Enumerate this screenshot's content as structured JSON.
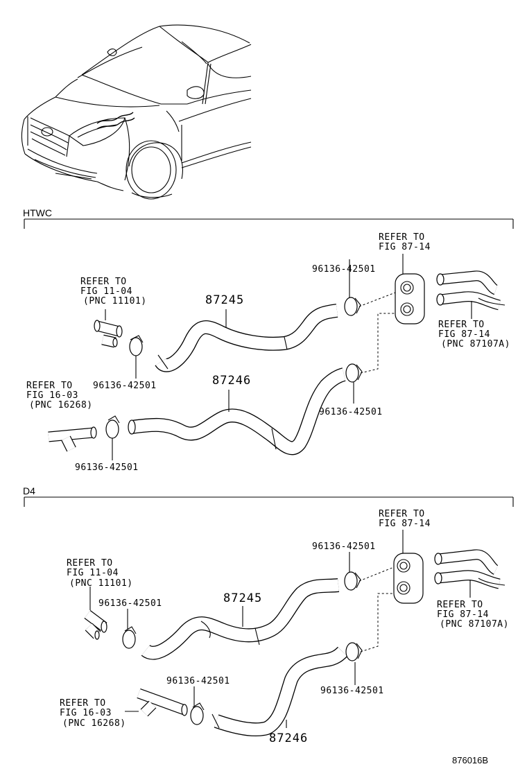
{
  "sections": [
    {
      "name": "HTWC",
      "labels": {
        "hose_upper": "87245",
        "hose_lower": "87246",
        "clamp_a": "96136-42501",
        "clamp_b": "96136-42501",
        "clamp_c": "96136-42501",
        "clamp_d": "96136-42501",
        "ref_11_04": [
          "REFER TO",
          "FIG 11-04",
          "(PNC 11101)"
        ],
        "ref_16_03": [
          "REFER TO",
          "FIG 16-03",
          "(PNC 16268)"
        ],
        "ref_87_14_top": [
          "REFER TO",
          "FIG 87-14"
        ],
        "ref_87_14_side": [
          "REFER TO",
          "FIG 87-14",
          "(PNC 87107A)"
        ]
      }
    },
    {
      "name": "D4",
      "labels": {
        "hose_upper": "87245",
        "hose_lower": "87246",
        "clamp_a": "96136-42501",
        "clamp_b": "96136-42501",
        "clamp_c": "96136-42501",
        "clamp_d": "96136-42501",
        "ref_11_04": [
          "REFER TO",
          "FIG 11-04",
          "(PNC 11101)"
        ],
        "ref_16_03": [
          "REFER TO",
          "FIG 16-03",
          "(PNC 16268)"
        ],
        "ref_87_14_top": [
          "REFER TO",
          "FIG 87-14"
        ],
        "ref_87_14_side": [
          "REFER TO",
          "FIG 87-14",
          "(PNC 87107A)"
        ]
      }
    }
  ],
  "figure_code": "876016B"
}
